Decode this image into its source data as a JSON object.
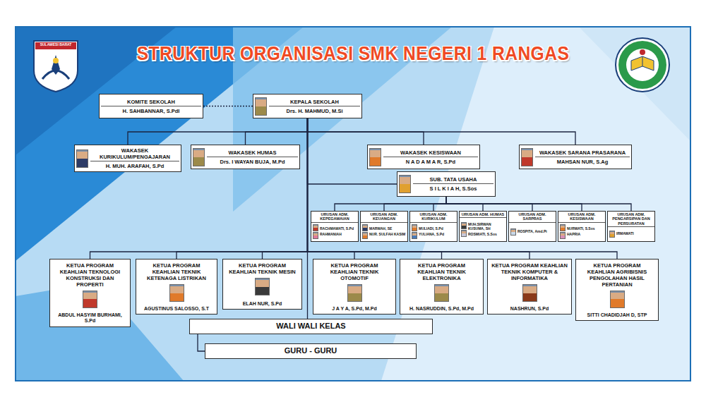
{
  "diagram": {
    "title": "STRUKTUR ORGANISASI SMK NEGERI 1 RANGAS",
    "nodes": [
      {
        "text": [
          "KOMITE SEKOLAH",
          "H. SAHBANNAR, S.PdI"
        ]
      },
      {
        "text": [
          "KEPALA SEKOLAH",
          "Drs. H. MAHMUD, M.Si"
        ]
      },
      {
        "text": [
          "WAKASEK KURIKULUM/PENGAJARAN",
          "H. MUH. ARAFAH, S.Pd"
        ]
      },
      {
        "text": [
          "WAKASEK HUMAS",
          "Drs. I WAYAN BUJA, M.Pd"
        ]
      },
      {
        "text": [
          "WAKASEK KESISWAAN",
          "N A D A M A R, S.Pd"
        ]
      },
      {
        "text": [
          "WAKASEK SARANA PRASARANA",
          "MAHSAN NUR, S.Ag"
        ]
      },
      {
        "text": [
          "SUB. TATA USAHA",
          "S I L K I A H, S.Sos"
        ]
      },
      {
        "text": [
          "URUSAN ADM. KEPEGAWAIAN",
          "RACHMAWATI, S.Pd",
          "RAHMANIAH"
        ]
      },
      {
        "text": [
          "URUSAN ADM. KEUANGAN",
          "MARWAH, SE",
          "NUR. SULFAH KASIM"
        ]
      },
      {
        "text": [
          "URUSAN ADM. KURIKULUM",
          "MULIADI, S.Pd",
          "YULIANA, S.Pd"
        ]
      },
      {
        "text": [
          "URUSAN ADM. HUMAS",
          "MUH.SIRWAN KUSUMA, SH",
          "ROSMIATI, S.Sos"
        ]
      },
      {
        "text": [
          "URUSAN ADM. SARPRAS",
          "ROSPITA, Amd.Pi"
        ]
      },
      {
        "text": [
          "URUSAN ADM. KESISWAAN",
          "NURWATI, S.Sos",
          "HAPRIA"
        ]
      },
      {
        "text": [
          "URUSAN ADM. PENGARSIPAN DAN PERSURATAN",
          "IRMAWATI"
        ]
      },
      {
        "text": [
          "KETUA PROGRAM KEAHLIAN TEKNOLOGI KONSTRUKSI DAN PROPERTI",
          "ABDUL HASYIM BURHAMI, S.Pd"
        ]
      },
      {
        "text": [
          "KETUA PROGRAM KEAHLIAN TEKNIK KETENAGA LISTRIKAN",
          "AGUSTINUS SALOSSO, S.T"
        ]
      },
      {
        "text": [
          "KETUA PROGRAM KEAHLIAN TEKNIK MESIN",
          "ELAH NUR, S.Pd"
        ]
      },
      {
        "text": [
          "KETUA PROGRAM KEAHLIAN TEKNIK OTOMOTIF",
          "J A Y A, S.Pd, M.Pd"
        ]
      },
      {
        "text": [
          "KETUA PROGRAM KEAHLIAN TEKNIK ELEKTRONIKA",
          "H. NASRUDDIN, S.Pd, M.Pd"
        ]
      },
      {
        "text": [
          "KETUA PROGRAM KEAHLIAN TEKNIK KOMPUTER & INFORMATIKA",
          "NASHRUN, S.Pd"
        ]
      },
      {
        "text": [
          "KETUA PROGRAM KEAHLIAN AGRIBISNIS PENGOLAHAN HASIL PERTANIAN",
          "SITTI CHADIDJAH D, STP"
        ]
      },
      {
        "text": [
          "WALI WALI KELAS"
        ]
      },
      {
        "text": [
          "GURU - GURU"
        ]
      }
    ],
    "edges": [
      {
        "from": 0,
        "to": 1,
        "arrow": "none"
      },
      {
        "from": 1,
        "to": 2,
        "arrow": "none"
      },
      {
        "from": 1,
        "to": 3,
        "arrow": "none"
      },
      {
        "from": 1,
        "to": 4,
        "arrow": "none"
      },
      {
        "from": 1,
        "to": 5,
        "arrow": "none"
      },
      {
        "from": 1,
        "to": 6,
        "arrow": "none"
      },
      {
        "from": 6,
        "to": 7,
        "arrow": "none"
      },
      {
        "from": 6,
        "to": 8,
        "arrow": "none"
      },
      {
        "from": 6,
        "to": 9,
        "arrow": "none"
      },
      {
        "from": 6,
        "to": 10,
        "arrow": "none"
      },
      {
        "from": 6,
        "to": 11,
        "arrow": "none"
      },
      {
        "from": 6,
        "to": 12,
        "arrow": "none"
      },
      {
        "from": 6,
        "to": 13,
        "arrow": "none"
      },
      {
        "from": 1,
        "to": 14,
        "arrow": "none"
      },
      {
        "from": 1,
        "to": 15,
        "arrow": "none"
      },
      {
        "from": 1,
        "to": 16,
        "arrow": "none"
      },
      {
        "from": 1,
        "to": 17,
        "arrow": "none"
      },
      {
        "from": 1,
        "to": 18,
        "arrow": "none"
      },
      {
        "from": 1,
        "to": 19,
        "arrow": "none"
      },
      {
        "from": 1,
        "to": 20,
        "arrow": "none"
      },
      {
        "from": 1,
        "to": 21,
        "arrow": "none"
      },
      {
        "from": 21,
        "to": 22,
        "arrow": "none"
      }
    ],
    "labels": [
      "SULAWESI BARAT"
    ]
  }
}
